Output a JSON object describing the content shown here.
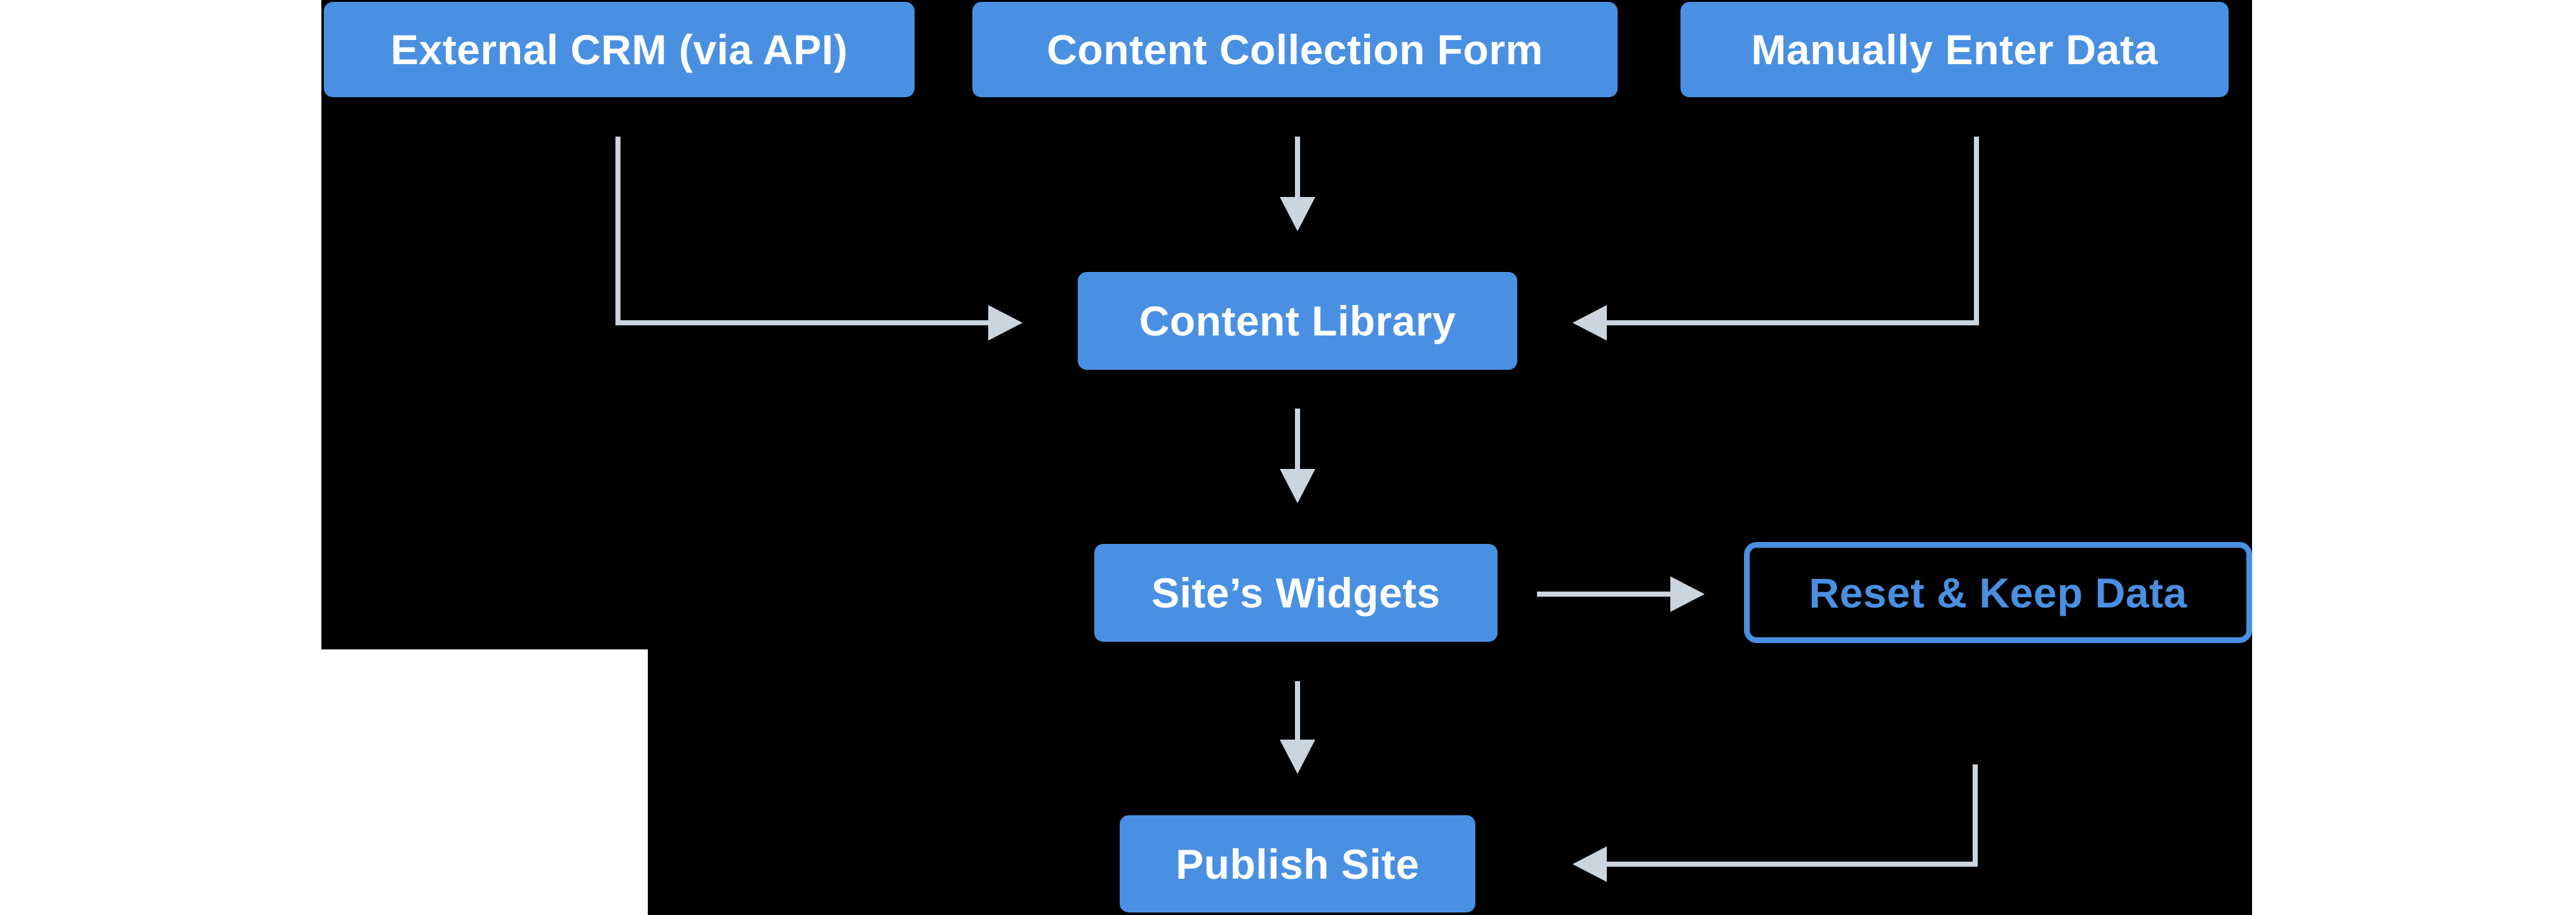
{
  "page": {
    "background_color": "#ffffff"
  },
  "diagram": {
    "canvas_color": "#000000",
    "accent_color": "#4a90e2",
    "connector_color": "#ccd4dd",
    "node_text_color": "#ffffff",
    "outlined_node_text_color": "#4a90e2",
    "nodes": {
      "external_crm": {
        "label": "External CRM (via API)",
        "style": "filled"
      },
      "content_collection_form": {
        "label": "Content Collection Form",
        "style": "filled"
      },
      "manually_enter_data": {
        "label": "Manually Enter Data",
        "style": "filled"
      },
      "content_library": {
        "label": "Content Library",
        "style": "filled"
      },
      "sites_widgets": {
        "label": "Site’s Widgets",
        "style": "filled"
      },
      "reset_keep_data": {
        "label": "Reset & Keep Data",
        "style": "outlined"
      },
      "publish_site": {
        "label": "Publish Site",
        "style": "filled"
      }
    },
    "edges": [
      {
        "from": "External CRM (via API)",
        "to": "Content Library",
        "shape": "elbow-down-right"
      },
      {
        "from": "Content Collection Form",
        "to": "Content Library",
        "shape": "straight-down"
      },
      {
        "from": "Manually Enter Data",
        "to": "Content Library",
        "shape": "elbow-down-left"
      },
      {
        "from": "Content Library",
        "to": "Site’s Widgets",
        "shape": "straight-down"
      },
      {
        "from": "Site’s Widgets",
        "to": "Reset & Keep Data",
        "shape": "straight-right"
      },
      {
        "from": "Site’s Widgets",
        "to": "Publish Site",
        "shape": "straight-down"
      },
      {
        "from": "Reset & Keep Data",
        "to": "Publish Site",
        "shape": "elbow-down-left"
      }
    ]
  }
}
